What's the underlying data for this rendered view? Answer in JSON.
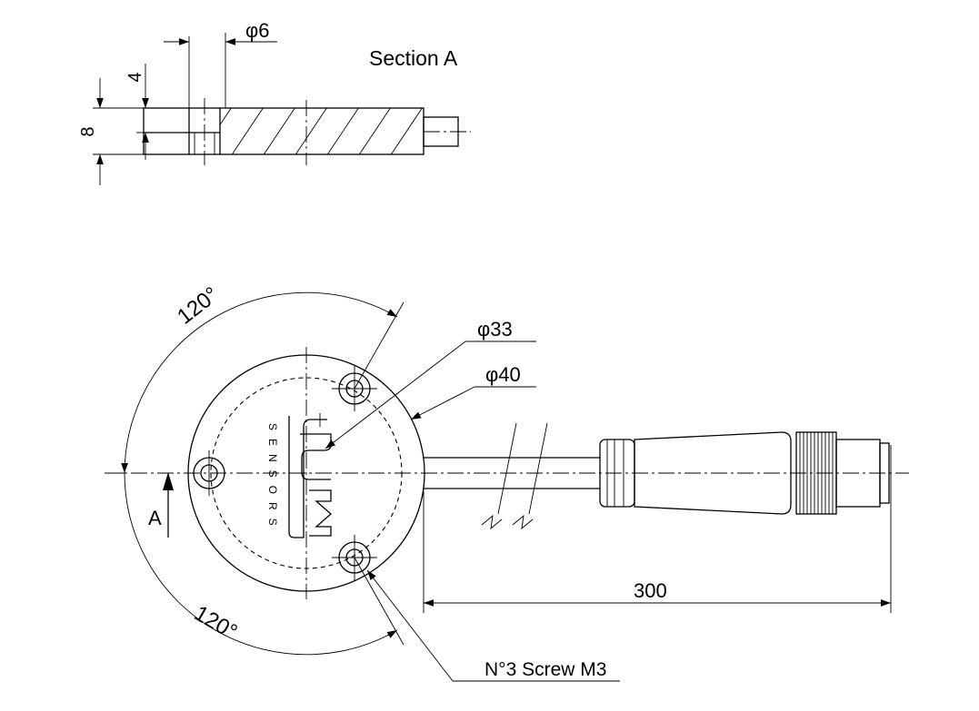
{
  "drawing": {
    "section_title": "Section A",
    "dims": {
      "pin_diameter": "φ6",
      "pin_depth": "4",
      "thickness": "8",
      "inner_diameter": "φ33",
      "outer_diameter": "φ40",
      "cable_length": "300",
      "angle_upper": "120°",
      "angle_lower": "120°"
    },
    "section_marker": "A",
    "screw_note": "N°3 Screw M3",
    "logo": {
      "brand": "SM",
      "tagline": "SENSORS"
    }
  }
}
